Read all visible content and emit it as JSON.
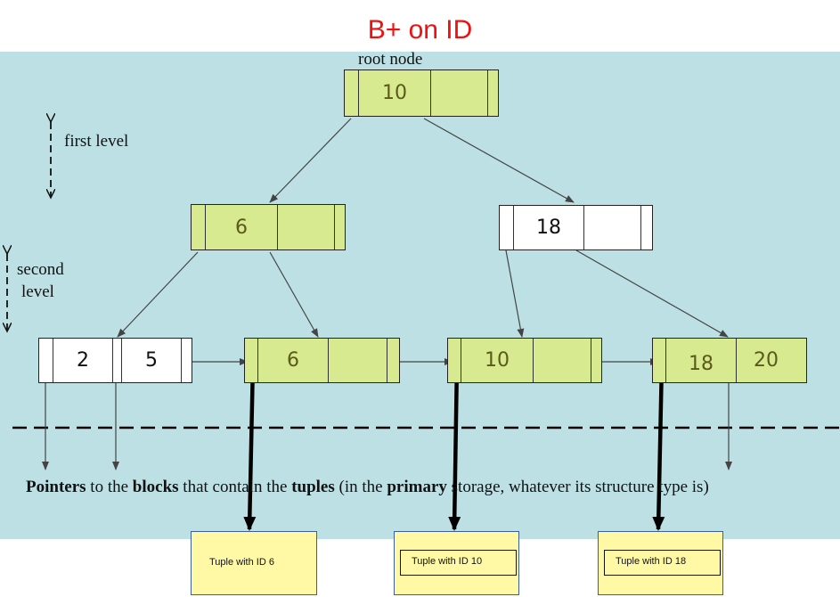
{
  "title": "B+ on ID",
  "colors": {
    "title": "#ee1111",
    "panel_background": "#bde0e4",
    "highlight_node": "#d7ea8f",
    "plain_node": "#ffffff",
    "tuple_box": "#fff9a6",
    "tuple_border": "#3a5f9c"
  },
  "labels": {
    "root_node": "root node",
    "first_level": "first level",
    "second_level_line1": "second",
    "second_level_line2": "level"
  },
  "caption": {
    "pointers": "Pointers",
    "part1": " to the ",
    "blocks": "blocks",
    "part2": " that contain the ",
    "tuples": "tuples",
    "part3": " (in the ",
    "primary": "primary",
    "part4": " storage, whatever its structure type is)"
  },
  "nodes": {
    "root": {
      "keys": [
        "10"
      ],
      "highlighted": true
    },
    "internal_left": {
      "keys": [
        "6"
      ],
      "highlighted": true
    },
    "internal_right": {
      "keys": [
        "18"
      ],
      "highlighted": false
    },
    "leaf_1": {
      "keys": [
        "2",
        "5"
      ],
      "highlighted": false
    },
    "leaf_2": {
      "keys": [
        "6"
      ],
      "highlighted": true
    },
    "leaf_3": {
      "keys": [
        "10"
      ],
      "highlighted": true
    },
    "leaf_4": {
      "keys": [
        "18",
        "20"
      ],
      "highlighted": true
    }
  },
  "tuples": [
    {
      "label": "Tuple with  ID 6",
      "framed": false
    },
    {
      "label": "Tuple with  ID 10",
      "framed": true
    },
    {
      "label": "Tuple with  ID 18",
      "framed": true
    }
  ]
}
